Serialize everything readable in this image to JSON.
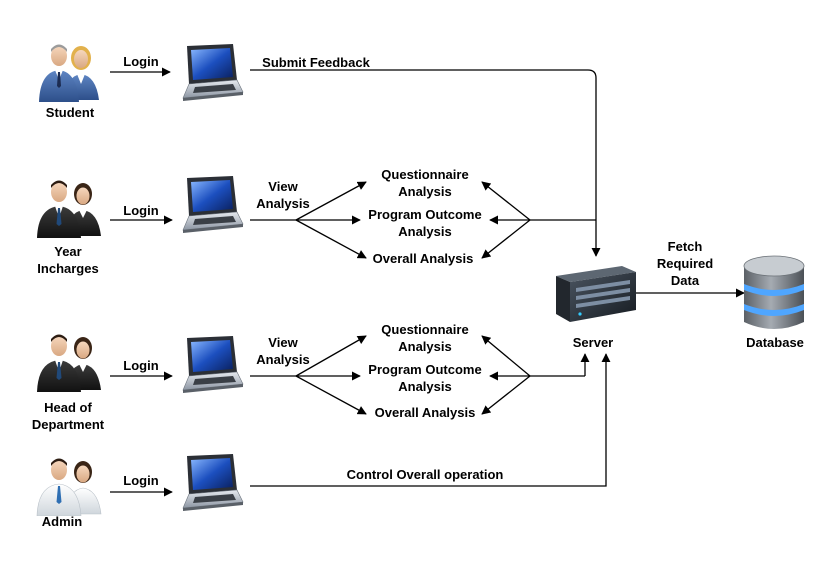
{
  "actors": {
    "student": "Student",
    "year_incharges": [
      "Year",
      "Incharges"
    ],
    "hod": [
      "Head of",
      "Department"
    ],
    "admin": "Admin"
  },
  "edges": {
    "login": "Login",
    "submit_feedback": "Submit Feedback",
    "view_analysis": [
      "View",
      "Analysis"
    ],
    "fetch_required_data": [
      "Fetch",
      "Required",
      "Data"
    ],
    "control_overall": "Control Overall operation"
  },
  "analysis_items": {
    "questionnaire": [
      "Questionnaire",
      "Analysis"
    ],
    "program_outcome": [
      "Program Outcome",
      "Analysis"
    ],
    "overall": "Overall Analysis"
  },
  "nodes": {
    "server": "Server",
    "database": "Database"
  },
  "icons": {
    "people": "people-icon",
    "laptop": "laptop-icon",
    "server": "server-icon",
    "database": "database-icon"
  }
}
